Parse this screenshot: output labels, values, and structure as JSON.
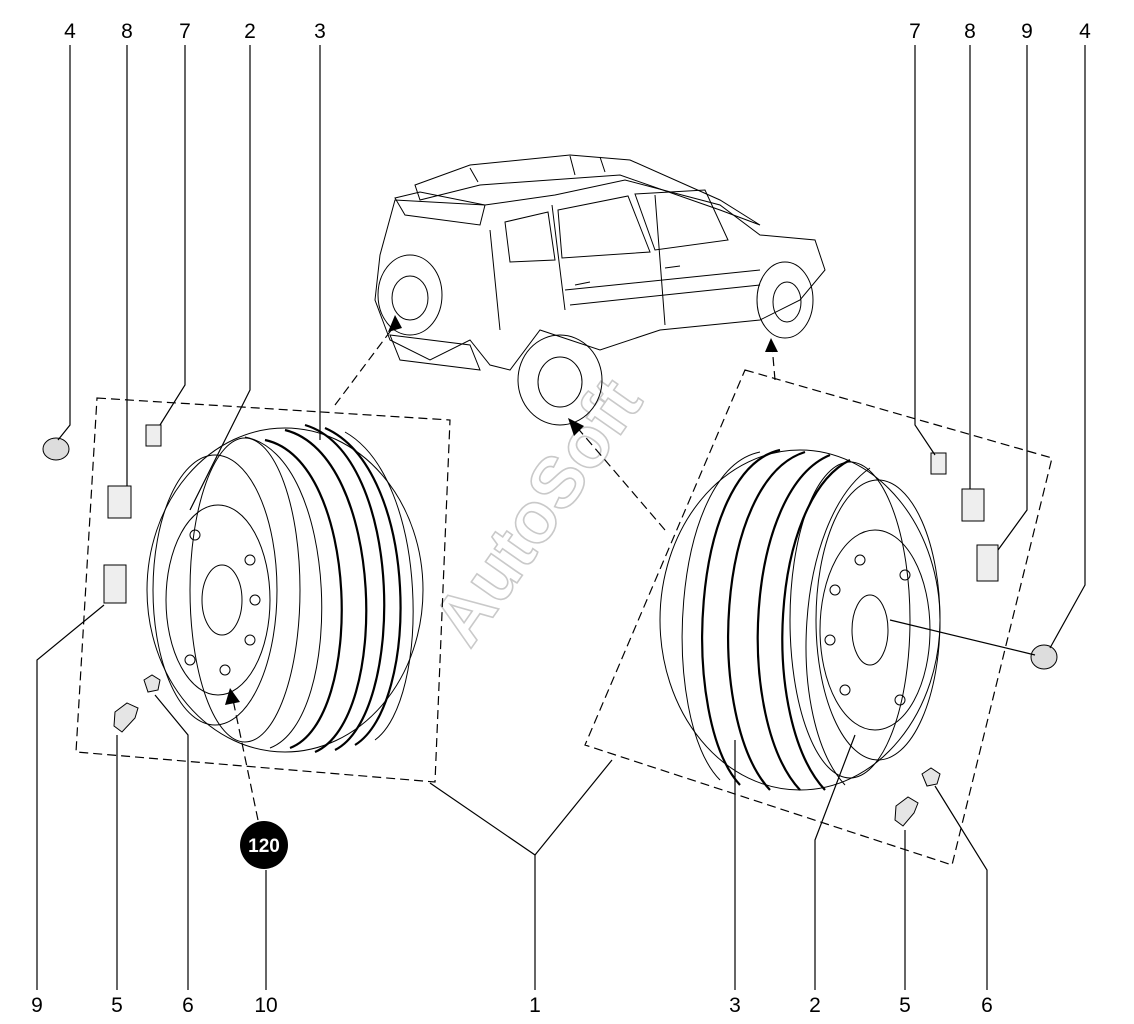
{
  "watermark": "AutoSoft",
  "badge": {
    "value": "120"
  },
  "callouts": {
    "c1": "1",
    "c2_left": "2",
    "c2_right": "2",
    "c3_left": "3",
    "c3_right": "3",
    "c4_left": "4",
    "c4_right": "4",
    "c5_left": "5",
    "c5_right": "5",
    "c6_left": "6",
    "c6_right": "6",
    "c7_left": "7",
    "c7_right": "7",
    "c8_left": "8",
    "c8_right": "8",
    "c9_left": "9",
    "c9_right": "9",
    "c10": "10"
  }
}
